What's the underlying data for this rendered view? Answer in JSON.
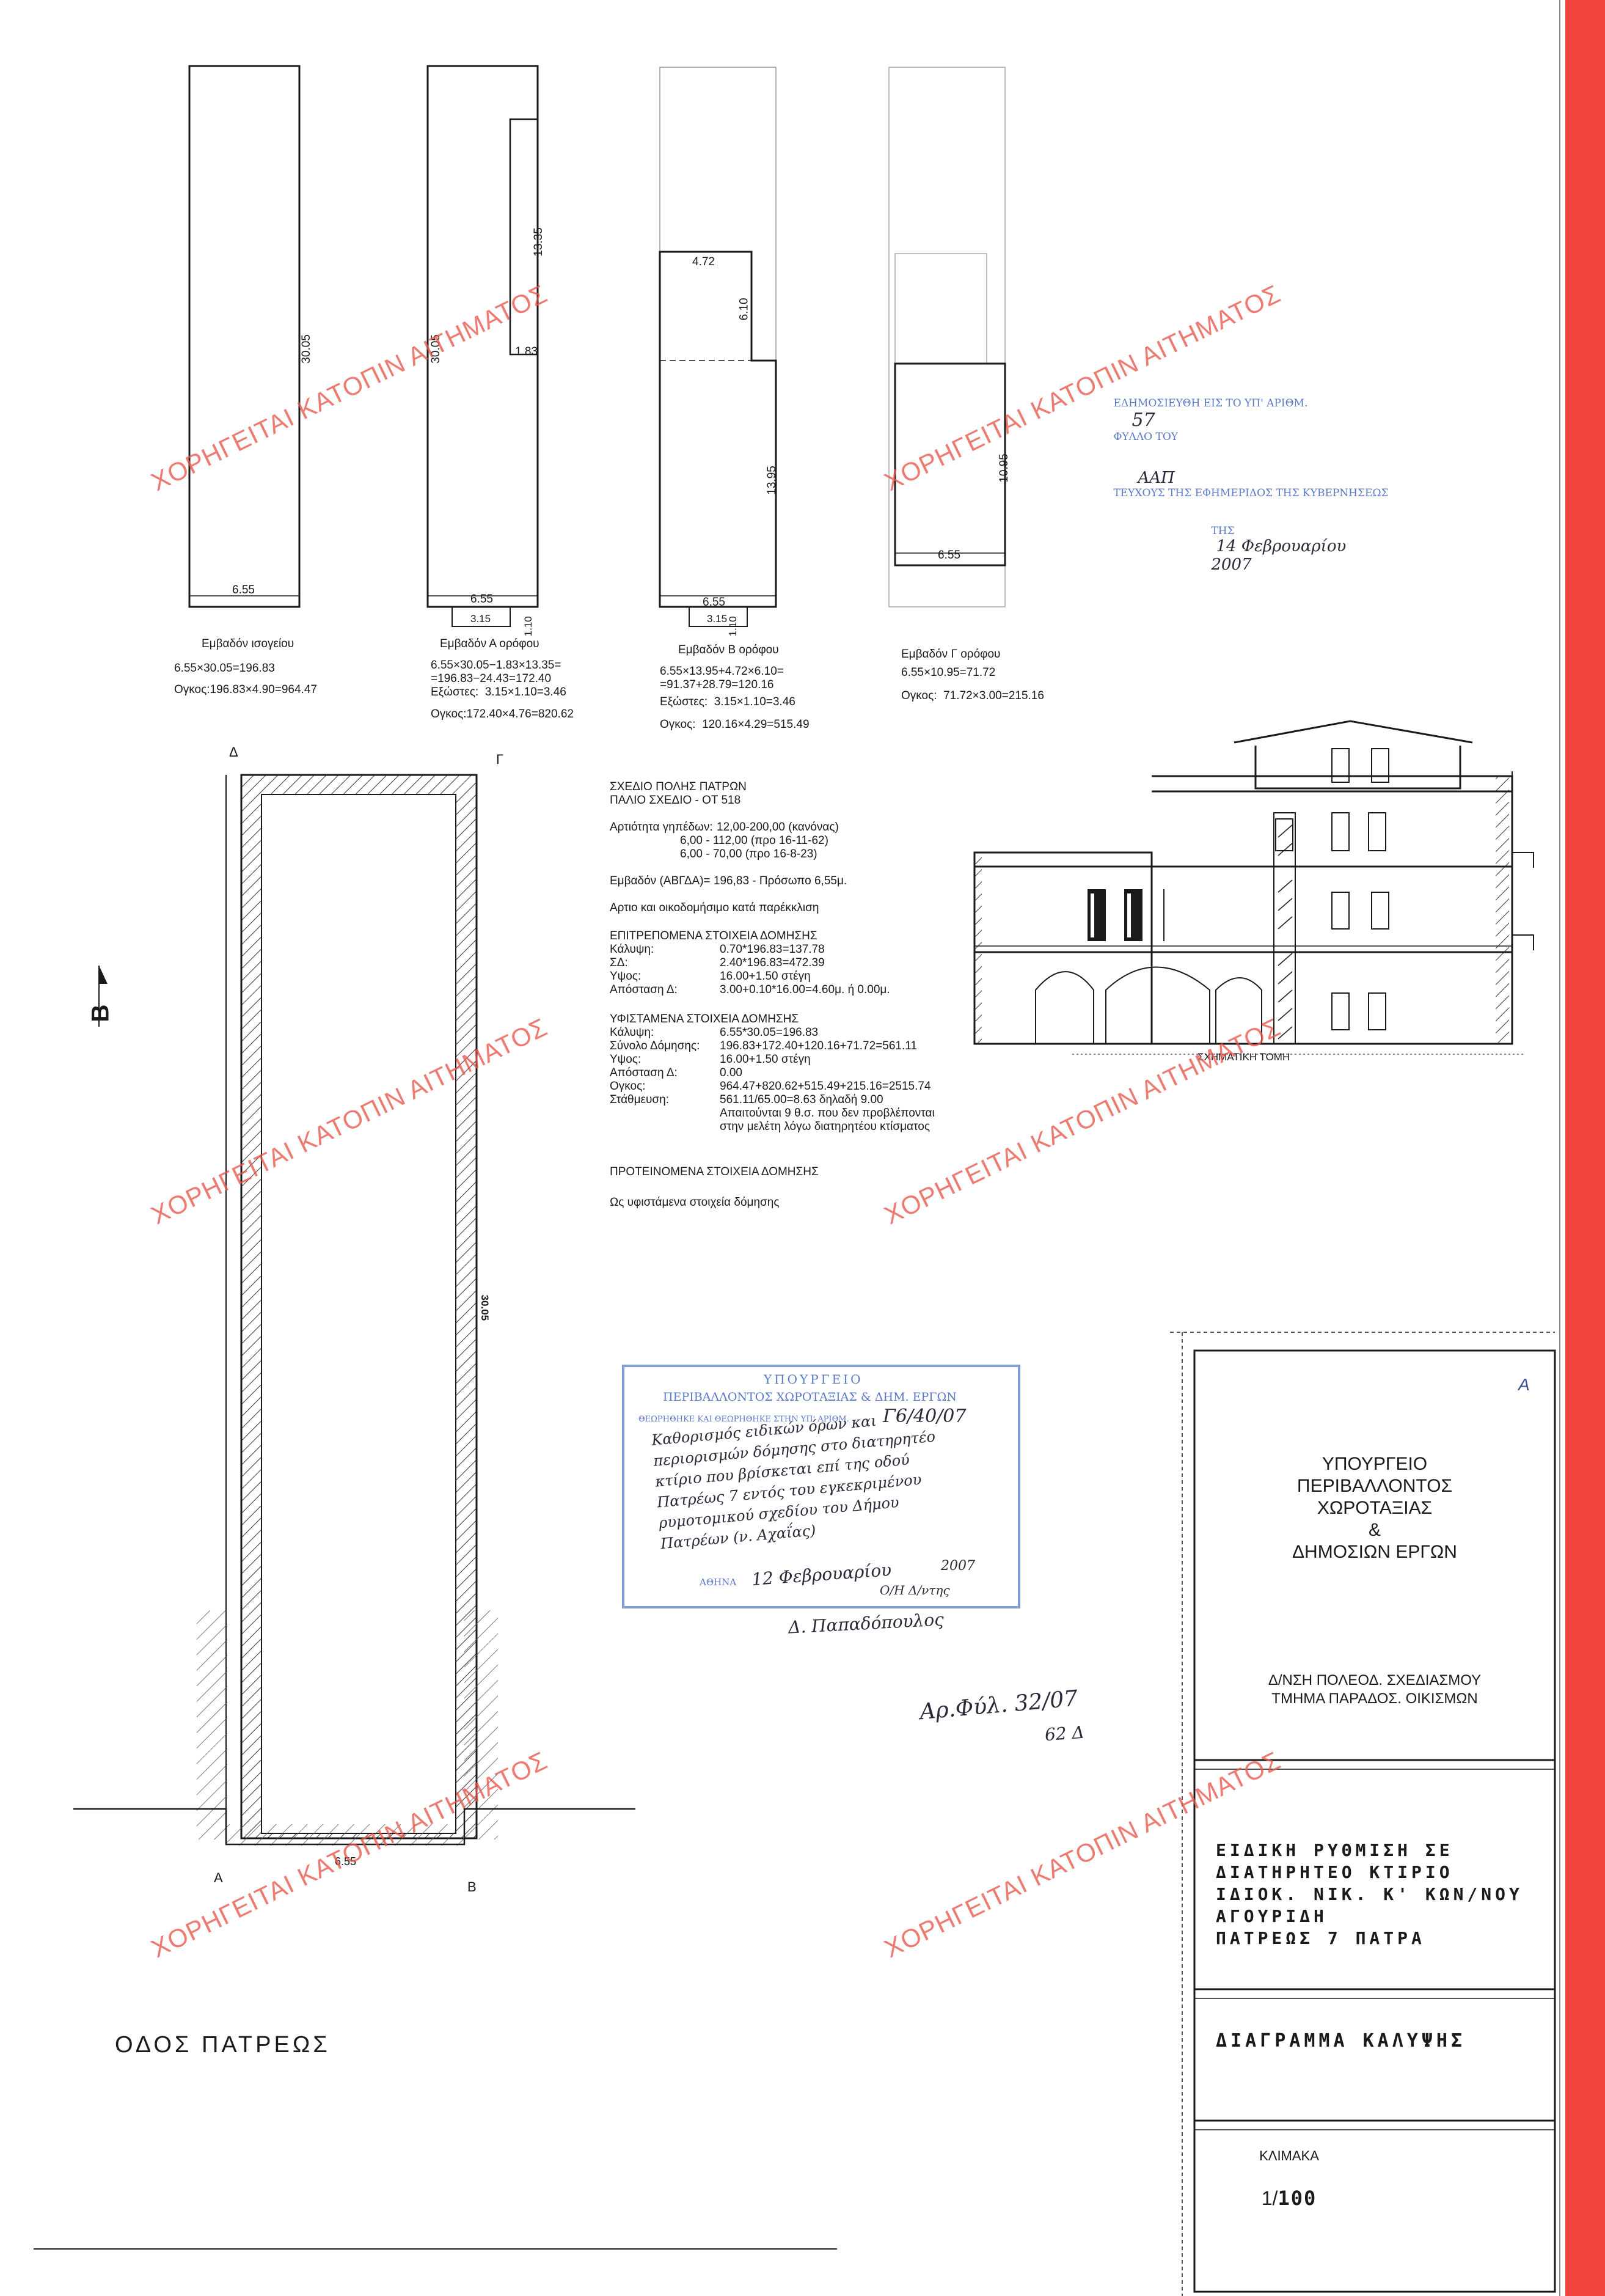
{
  "plans": {
    "ground": {
      "dim_width": "6.55",
      "dim_length": "30.05",
      "caption": "Εμβαδόν ισογείου",
      "calc1": "6.55×30.05=196.83",
      "volume": "Ογκος:196.83×4.90=964.47"
    },
    "floor_a": {
      "dim_width": "6.55",
      "dim_length": "30.05",
      "dim_notch": "13.35",
      "dim_notch_w": "1.83",
      "dim_balcony": "3.15",
      "dim_balcony_d": "1.10",
      "caption": "Εμβαδόν Α ορόφου",
      "calc1": "6.55×30.05−1.83×13.35=",
      "calc2": "=196.83−24.43=172.40",
      "calc3": "Εξώστες:  3.15×1.10=3.46",
      "volume": "Ογκος:172.40×4.76=820.62"
    },
    "floor_b": {
      "dim_width": "6.55",
      "dim_upper_w": "4.72",
      "dim_upper_l": "6.10",
      "dim_lower_l": "13.95",
      "dim_balcony": "3.15",
      "dim_balcony_d": "1.10",
      "caption": "Εμβαδόν Β ορόφου",
      "calc1": "6.55×13.95+4.72×6.10=",
      "calc2": "=91.37+28.79=120.16",
      "calc3": "Εξώστες:  3.15×1.10=3.46",
      "volume": "Ογκος:  120.16×4.29=515.49"
    },
    "floor_c": {
      "dim_width": "6.55",
      "dim_length": "10.95",
      "caption": "Εμβαδόν Γ ορόφου",
      "calc1": "6.55×10.95=71.72",
      "volume": "Ογκος:  71.72×3.00=215.16"
    }
  },
  "publication_stamp": {
    "line1": "ΕΔΗΜΟΣΙΕΥΘΗ ΕΙΣ ΤΟ ΥΠ' ΑΡΙΘΜ.",
    "number": "57",
    "line1b": "ΦΥΛΛΟ ΤΟΥ",
    "series": "ΑΑΠ",
    "line2": "ΤΕΥΧΟΥΣ ΤΗΣ ΕΦΗΜΕΡΙΔΟΣ ΤΗΣ ΚΥΒΕΡΝΗΣΕΩΣ",
    "line3": "ΤΗΣ",
    "date": "14 Φεβρουαρίου",
    "year": "2007"
  },
  "site_plan": {
    "corner_d": "Δ",
    "corner_g": "Γ",
    "corner_a": "Α",
    "corner_b": "Β",
    "dim_length": "30.05",
    "dim_width": "6.55",
    "section_mark": "Β",
    "street": "ΟΔΟΣ ΠΑΤΡΕΩΣ"
  },
  "notes": {
    "title1": "ΣΧΕΔΙΟ ΠΟΛΗΣ ΠΑΤΡΩΝ",
    "title2": "ΠΑΛΙΟ ΣΧΕΔΙΟ - ΟΤ 518",
    "artiotita_label": "Αρτιότητα γηπέδων:",
    "artiotita": [
      "12,00-200,00 (κανόνας)",
      "6,00 - 112,00 (προ 16-11-62)",
      "6,00 - 70,00 (προ 16-8-23)"
    ],
    "emvadon": "Εμβαδόν (ΑΒΓΔΑ)= 196,83 - Πρόσωπο 6,55μ.",
    "artio": "Αρτιο και οικοδομήσιμο κατά παρέκκλιση",
    "allowed_title": "ΕΠΙΤΡΕΠΟΜΕΝΑ ΣΤΟΙΧΕΙΑ ΔΟΜΗΣΗΣ",
    "allowed": [
      [
        "Κάλυψη:",
        "0.70*196.83=137.78"
      ],
      [
        "ΣΔ:",
        "2.40*196.83=472.39"
      ],
      [
        "Υψος:",
        "16.00+1.50 στέγη"
      ],
      [
        "Απόσταση Δ:",
        "3.00+0.10*16.00=4.60μ. ή 0.00μ."
      ]
    ],
    "existing_title": "ΥΦΙΣΤΑΜΕΝΑ ΣΤΟΙΧΕΙΑ ΔΟΜΗΣΗΣ",
    "existing": [
      [
        "Κάλυψη:",
        "6.55*30.05=196.83"
      ],
      [
        "Σύνολο Δόμησης:",
        "196.83+172.40+120.16+71.72=561.11"
      ],
      [
        "Υψος:",
        "16.00+1.50 στέγη"
      ],
      [
        "Απόσταση Δ:",
        "0.00"
      ],
      [
        "Ογκος:",
        "964.47+820.62+515.49+215.16=2515.74"
      ],
      [
        "Στάθμευση:",
        "561.11/65.00=8.63 δηλαδή 9.00"
      ],
      [
        "",
        "Απαιτούνται 9 θ.σ. που δεν προβλέπονται"
      ],
      [
        "",
        "στην μελέτη λόγω διατηρητέου κτίσματος"
      ]
    ],
    "proposed_title": "ΠΡΟΤΕΙΝΟΜΕΝΑ ΣΤΟΙΧΕΙΑ ΔΟΜΗΣΗΣ",
    "proposed": "Ως υφιστάμενα στοιχεία δόμησης"
  },
  "section": {
    "caption": "ΣΧΗΜΑΤΙΚΗ ΤΟΜΗ"
  },
  "watermark": "ΧΟΡΗΓΕΙΤΑΙ ΚΑΤΟΠΙΝ ΑΙΤΗΜΑΤΟΣ",
  "approval_stamp": {
    "line1": "ΥΠΟΥΡΓΕΙΟ",
    "line2": "ΠΕΡΙΒΑΛΛΟΝΤΟΣ ΧΩΡΟΤΑΞΙΑΣ & ΔΗΜ. ΕΡΓΩΝ",
    "line3": "ΘΕΩΡΗΘΗΚΕ ΚΑΙ ΘΕΩΡΗΘΗΚΕ ΣΤΗΝ ΥΠ' ΑΡΙΘΜ.",
    "ref": "Γ6/40/07",
    "hand_lines": [
      "Καθορισμός ειδικών όρων και",
      "περιορισμών δόμησης στο διατηρητέο",
      "κτίριο που βρίσκεται επί της οδού",
      "Πατρέως 7 εντός του εγκεκριμένου",
      "ρυμοτομικού σχεδίου του Δήμου",
      "Πατρέων (ν. Αχαΐας)"
    ],
    "athens": "ΑΘΗΝΑ",
    "date": "12 Φεβρουαρίου",
    "year": "2007",
    "role": "Ο/Η Δ/ντης",
    "signature": "Δ. Παπαδόπουλος"
  },
  "handnote": {
    "line1": "Αρ.Φύλ. 32/07",
    "line2": "62 Δ"
  },
  "title_block": {
    "corner": "Α",
    "ministry": [
      "ΥΠΟΥΡΓΕΙΟ",
      "ΠΕΡΙΒΑΛΛΟΝΤΟΣ",
      "ΧΩΡΟΤΑΞΙΑΣ",
      "&",
      "ΔΗΜΟΣΙΩΝ ΕΡΓΩΝ"
    ],
    "department": [
      "Δ/ΝΣΗ ΠΟΛΕΟΔ. ΣΧΕΔΙΑΣΜΟΥ",
      "ΤΜΗΜΑ ΠΑΡΑΔΟΣ. ΟΙΚΙΣΜΩΝ"
    ],
    "project": [
      "ΕΙΔΙΚΗ ΡΥΘΜΙΣΗ ΣΕ",
      "ΔΙΑΤΗΡΗΤΕΟ ΚΤΙΡΙΟ",
      "ΙΔΙΟΚ. ΝΙΚ. Κ' ΚΩΝ/ΝΟΥ",
      "ΑΓΟΥΡΙΔΗ",
      "ΠΑΤΡΕΩΣ 7 ΠΑΤΡΑ"
    ],
    "drawing": "ΔΙΑΓΡΑΜΜΑ ΚΑΛΥΨΗΣ",
    "scale_label": "ΚΛΙΜΑΚΑ",
    "scale_prefix": "1/",
    "scale_value": "100"
  },
  "colors": {
    "edge_red": "#f2453f",
    "watermark": "#e8574a",
    "stamp_blue": "#5a78c8",
    "ink": "#1a1a1a"
  }
}
